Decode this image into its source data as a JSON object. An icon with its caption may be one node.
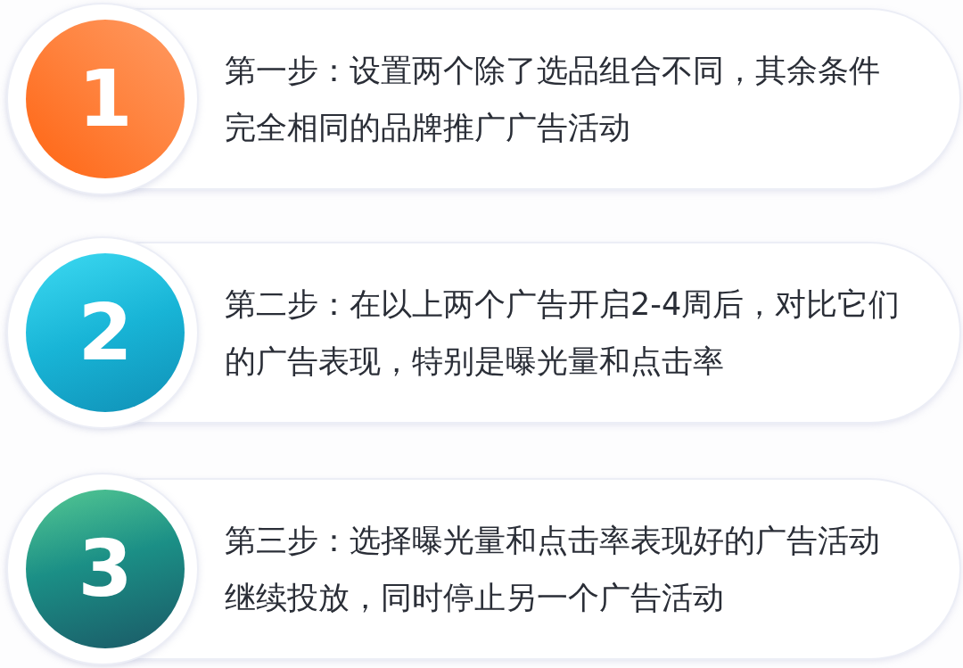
{
  "diagram": {
    "nodes": [
      {
        "text": [
          "第一步：设置两个除了选品组合不同，其余条件完全相同的品牌推广广告活动"
        ]
      },
      {
        "text": [
          "1"
        ],
        "in": 0
      },
      {
        "text": [
          "第二步：在以上两个广告开启2-4周后，对比它们的广告表现，特别是曝光量和点击率"
        ]
      },
      {
        "text": [
          "2"
        ],
        "in": 2
      },
      {
        "text": [
          "第三步：选择曝光量和点击率表现好的广告活动继续投放，同时停止另一个广告活动"
        ]
      },
      {
        "text": [
          "3"
        ],
        "in": 4
      }
    ]
  }
}
